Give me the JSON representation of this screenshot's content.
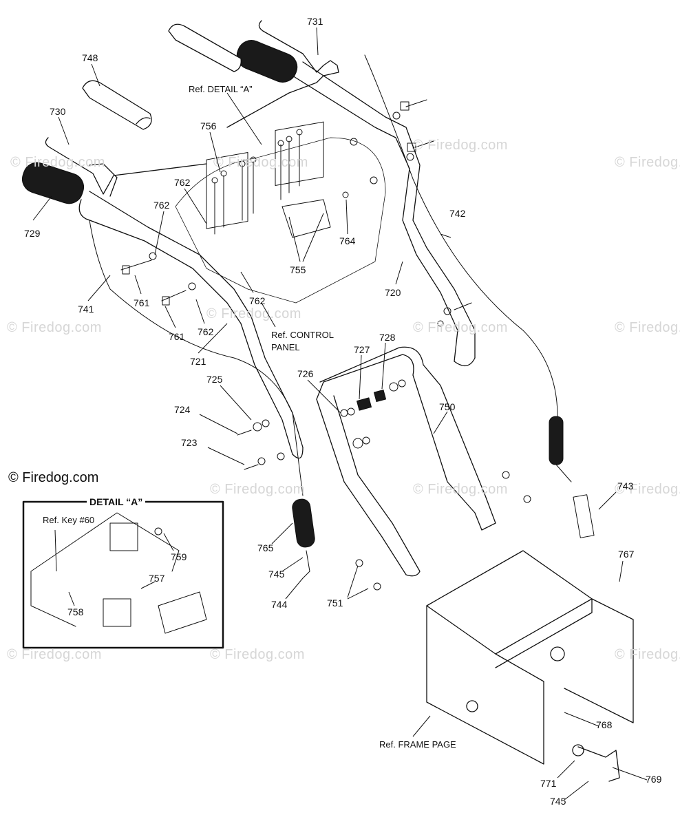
{
  "watermark": "© Firedog.com",
  "copyright": "© Firedog.com",
  "detail": {
    "title": "DETAIL “A”"
  },
  "refs": {
    "detail_a": "Ref. DETAIL “A”",
    "control_panel_1": "Ref. CONTROL",
    "control_panel_2": "PANEL",
    "frame_page": "Ref. FRAME PAGE",
    "key60": "Ref. Key #60"
  },
  "callouts": [
    "731",
    "748",
    "730",
    "756",
    "762",
    "762",
    "729",
    "755",
    "764",
    "742",
    "720",
    "741",
    "761",
    "762",
    "761",
    "762",
    "721",
    "728",
    "727",
    "726",
    "725",
    "750",
    "724",
    "723",
    "743",
    "765",
    "745",
    "744",
    "751",
    "767",
    "768",
    "771",
    "769",
    "745",
    "759",
    "757",
    "758"
  ]
}
